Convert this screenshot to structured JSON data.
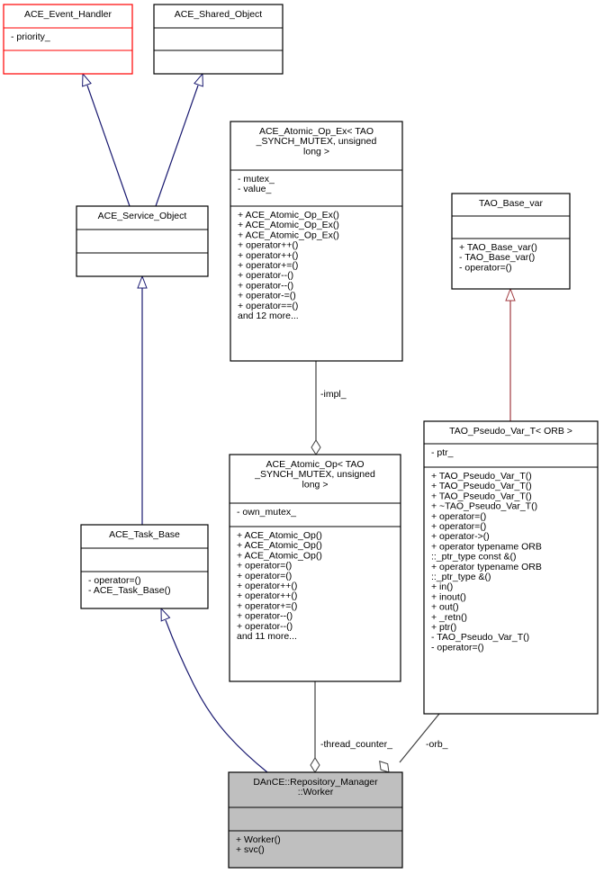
{
  "colors": {
    "default_border": "#000000",
    "missing_class_border": "#ff0000",
    "focus_fill": "#bfbfbf",
    "inheritance_edge": "#191970",
    "template_inheritance_edge": "#a0393f",
    "usage_edge": "#404040"
  },
  "classes": {
    "event_handler": {
      "title": [
        "ACE_Event_Handler"
      ],
      "attributes": [
        "- priority_"
      ],
      "methods": []
    },
    "shared_object": {
      "title": [
        "ACE_Shared_Object"
      ],
      "attributes": [],
      "methods": []
    },
    "service_object": {
      "title": [
        "ACE_Service_Object"
      ],
      "attributes": [],
      "methods": []
    },
    "atomic_op_ex": {
      "title": [
        "ACE_Atomic_Op_Ex< TAO",
        "_SYNCH_MUTEX, unsigned",
        "long >"
      ],
      "attributes": [
        "- mutex_",
        "- value_"
      ],
      "methods": [
        "+ ACE_Atomic_Op_Ex()",
        "+ ACE_Atomic_Op_Ex()",
        "+ ACE_Atomic_Op_Ex()",
        "+ operator++()",
        "+ operator++()",
        "+ operator+=()",
        "+ operator--()",
        "+ operator--()",
        "+ operator-=()",
        "+ operator==()",
        "and 12 more..."
      ]
    },
    "base_var": {
      "title": [
        "TAO_Base_var"
      ],
      "attributes": [],
      "methods": [
        "+ TAO_Base_var()",
        "- TAO_Base_var()",
        "- operator=()"
      ]
    },
    "pseudo_var": {
      "title": [
        "TAO_Pseudo_Var_T< ORB >"
      ],
      "attributes": [
        "- ptr_"
      ],
      "methods": [
        "+ TAO_Pseudo_Var_T()",
        "+ TAO_Pseudo_Var_T()",
        "+ TAO_Pseudo_Var_T()",
        "+ ~TAO_Pseudo_Var_T()",
        "+ operator=()",
        "+ operator=()",
        "+ operator->()",
        "+ operator typename ORB",
        "::_ptr_type const &()",
        "+ operator typename ORB",
        "::_ptr_type &()",
        "+ in()",
        "+ inout()",
        "+ out()",
        "+ _retn()",
        "+ ptr()",
        "- TAO_Pseudo_Var_T()",
        "- operator=()"
      ]
    },
    "atomic_op": {
      "title": [
        "ACE_Atomic_Op< TAO",
        "_SYNCH_MUTEX, unsigned",
        "long >"
      ],
      "attributes": [
        "- own_mutex_"
      ],
      "methods": [
        "+ ACE_Atomic_Op()",
        "+ ACE_Atomic_Op()",
        "+ ACE_Atomic_Op()",
        "+ operator=()",
        "+ operator=()",
        "+ operator++()",
        "+ operator++()",
        "+ operator+=()",
        "+ operator--()",
        "+ operator--()",
        "and 11 more..."
      ]
    },
    "task_base": {
      "title": [
        "ACE_Task_Base"
      ],
      "attributes": [],
      "methods": [
        "- operator=()",
        "- ACE_Task_Base()"
      ]
    },
    "worker": {
      "title": [
        "DAnCE::Repository_Manager",
        "::Worker"
      ],
      "attributes": [],
      "methods": [
        "+ Worker()",
        "+ svc()"
      ]
    }
  },
  "edge_labels": {
    "impl": "-impl_",
    "thread_counter": "-thread_counter_",
    "orb": "-orb_"
  }
}
